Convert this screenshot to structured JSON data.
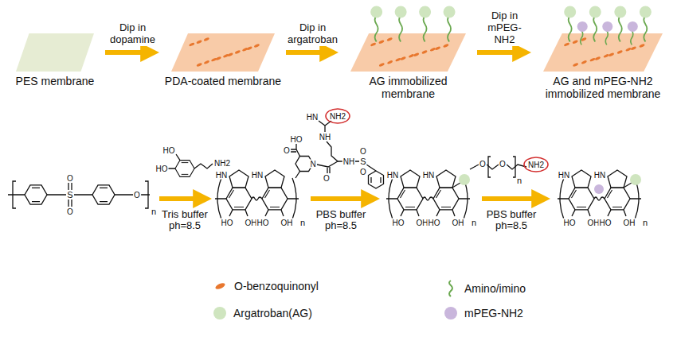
{
  "diagram": {
    "nodes": [
      {
        "text": [
          "PES membrane"
        ]
      },
      {
        "text": [
          "PDA-coated membrane"
        ]
      },
      {
        "text": [
          "AG immobilized membrane"
        ]
      },
      {
        "text": [
          "AG and mPEG-NH2 immobilized membrane"
        ]
      }
    ],
    "edges": [
      {
        "from": 0,
        "to": 1,
        "arrow": "to",
        "label": "Dip in dopamine"
      },
      {
        "from": 1,
        "to": 2,
        "arrow": "to",
        "label": "Dip in argatroban"
      },
      {
        "from": 2,
        "to": 3,
        "arrow": "to",
        "label": "Dip in mPEG-NH2"
      }
    ],
    "labels": [
      "n",
      "O",
      "S",
      "O",
      "O",
      "HO",
      "HO",
      "NH2",
      "Tris buffer ph=8.5",
      "HN",
      "HN",
      "HO",
      "OH",
      "HO",
      "OH",
      "n",
      "HN",
      "NH2",
      "NH",
      "O",
      "N",
      "O",
      "HO",
      "NH",
      "S",
      "O",
      "O",
      "PBS buffer ph=8.5",
      "HN",
      "HN",
      "HO",
      "OH",
      "HO",
      "OH",
      "n",
      "O",
      "O",
      "n",
      "NH2",
      "PBS buffer ph=8.5",
      "HN",
      "HN",
      "HO",
      "OH",
      "HO",
      "OH",
      "n"
    ],
    "legend": [
      {
        "text": "O-benzoquinonyl",
        "color": "#e8772e"
      },
      {
        "text": "Amino/imino"
      },
      {
        "text": "Argatroban(AG)",
        "color": "#cfe5bf"
      },
      {
        "text": "mPEG-NH2",
        "color": "#c9b6dc"
      }
    ]
  }
}
